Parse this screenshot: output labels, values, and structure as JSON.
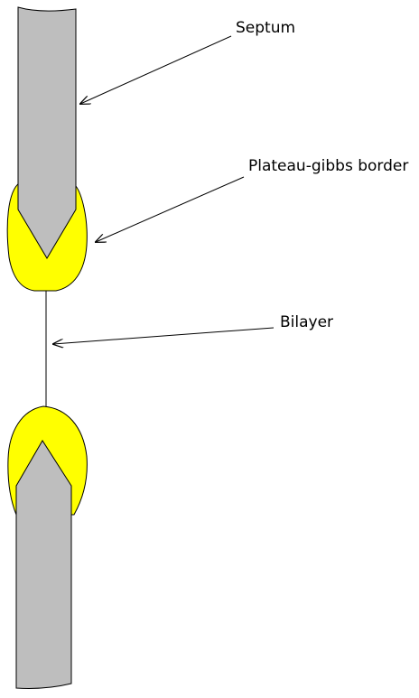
{
  "labels": {
    "septum": "Septum",
    "plateau_gibbs_border": "Plateau-gibbs border",
    "bilayer": "Bilayer"
  },
  "colors": {
    "septum_fill": "#bebebe",
    "border_fill": "#ffff00",
    "stroke": "#000000",
    "background": "#ffffff"
  }
}
